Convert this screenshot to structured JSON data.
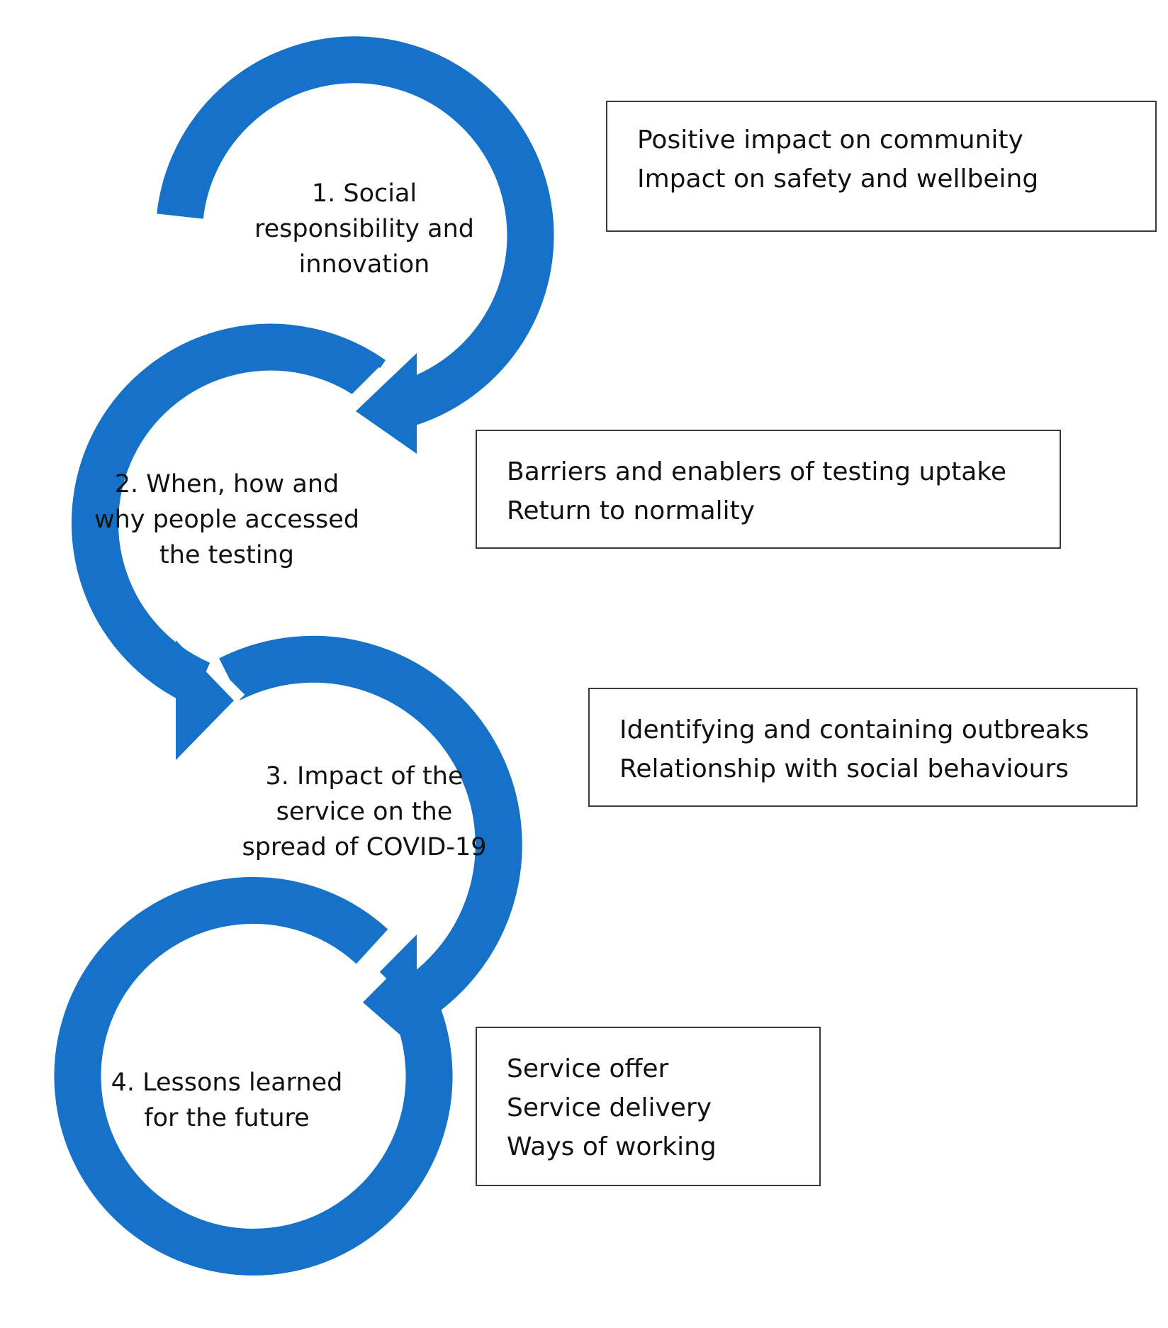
{
  "colors": {
    "ring": "#1572c8",
    "gap": "#ffffff",
    "box_border": "#3a3a3a",
    "text": "#111111"
  },
  "stages": [
    {
      "label_lines": [
        "1. Social",
        "responsibility and",
        "innovation"
      ]
    },
    {
      "label_lines": [
        "2. When, how and",
        "why people accessed",
        "the testing"
      ]
    },
    {
      "label_lines": [
        "3. Impact of the",
        "service on the",
        "spread of COVID-19"
      ]
    },
    {
      "label_lines": [
        "4. Lessons learned",
        "for the future"
      ]
    }
  ],
  "boxes": [
    {
      "lines": [
        "Positive impact on community",
        "Impact on safety and wellbeing"
      ]
    },
    {
      "lines": [
        "Barriers and enablers of testing uptake",
        "Return to normality"
      ]
    },
    {
      "lines": [
        "Identifying and containing outbreaks",
        "Relationship with social behaviours"
      ]
    },
    {
      "lines": [
        "Service offer",
        "Service delivery",
        "Ways of working"
      ]
    }
  ]
}
